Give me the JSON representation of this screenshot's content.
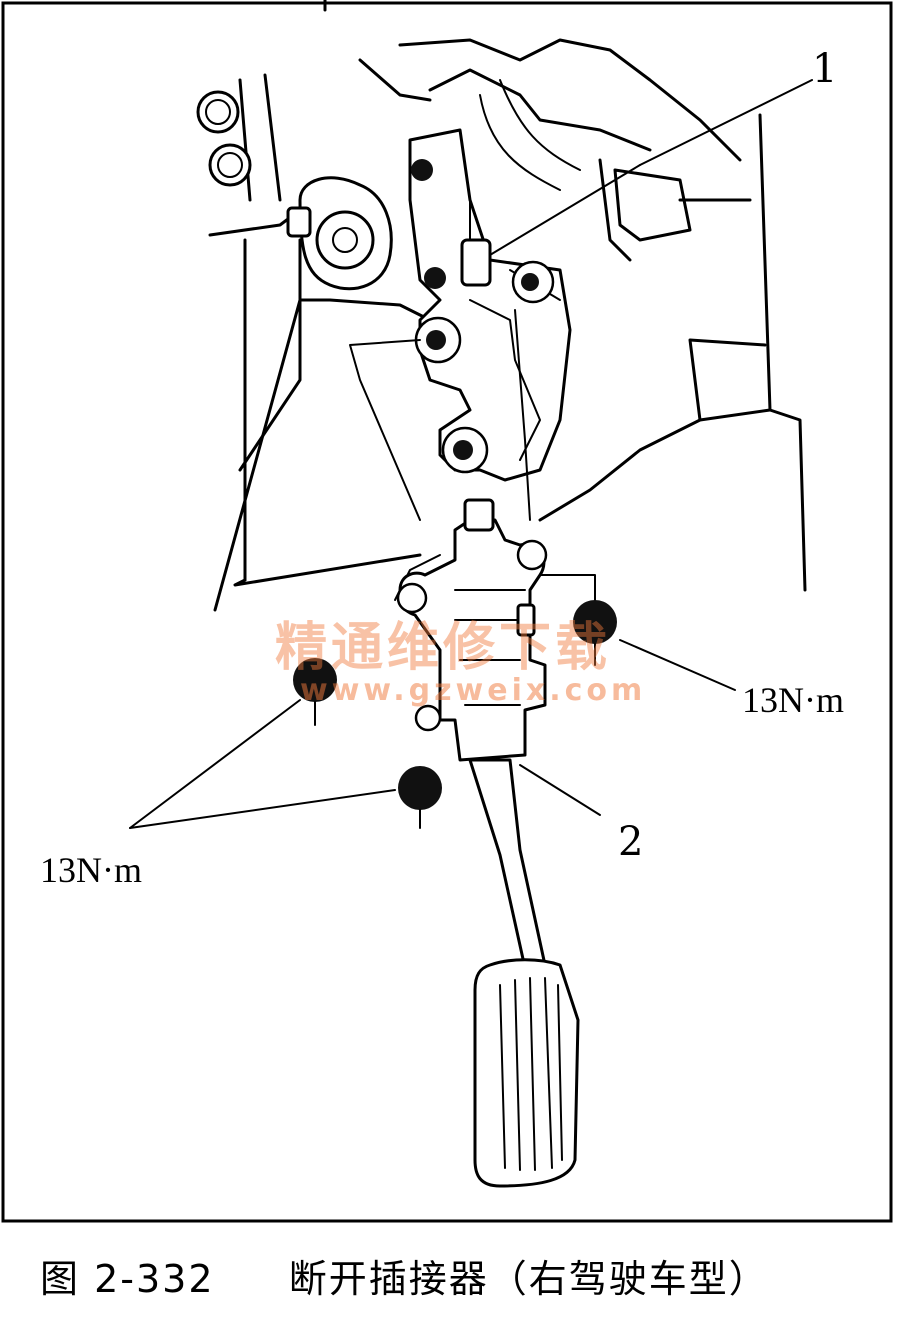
{
  "callouts": {
    "part_1": "1",
    "part_2": "2"
  },
  "torque": {
    "right": "13N·m",
    "left": "13N·m"
  },
  "watermark": {
    "text": "精通维修下载",
    "url": "www.gzweix.com"
  },
  "caption": {
    "figure_number": "图 2-332",
    "title": "断开插接器（右驾驶车型）"
  }
}
